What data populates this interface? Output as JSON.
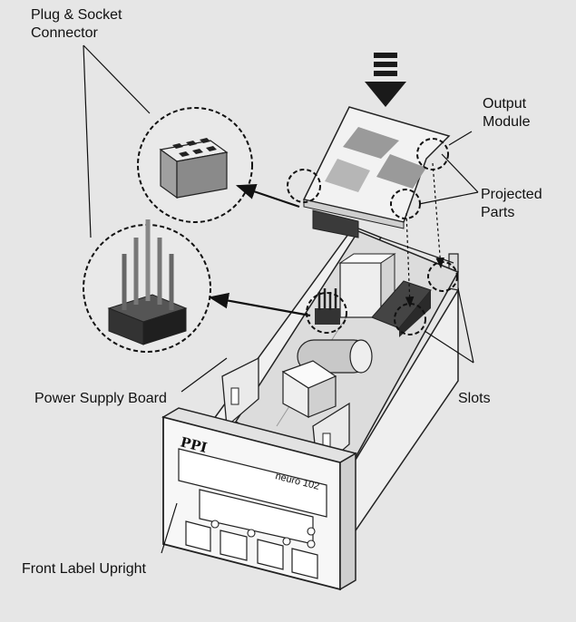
{
  "labels": {
    "plug_socket_line1": "Plug & Socket",
    "plug_socket_line2": "Connector",
    "output_module_line1": "Output",
    "output_module_line2": "Module",
    "projected_parts_line1": "Projected",
    "projected_parts_line2": "Parts",
    "power_supply_board": "Power Supply Board",
    "slots": "Slots",
    "front_label_upright": "Front Label Upright"
  },
  "device": {
    "brand": "PPI",
    "model": "neuro 102"
  },
  "colors": {
    "background": "#e6e6e6",
    "panel": "#f4f4f4",
    "board": "#d9d9d9",
    "dark": "#2a2a2a",
    "outline": "#222222"
  }
}
